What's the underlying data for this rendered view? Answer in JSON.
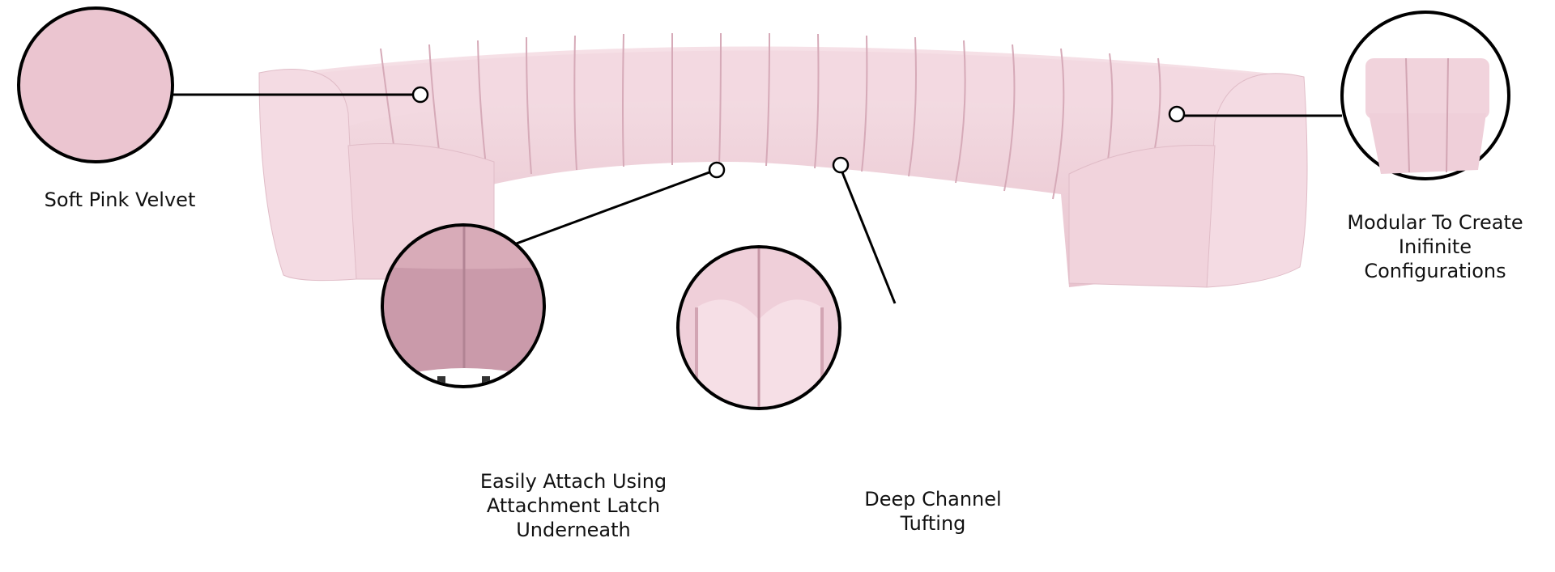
{
  "colors": {
    "velvet": "#f2d5de",
    "velvet_shadow": "#dcb4c0",
    "velvet_dark": "#c99aa8",
    "line": "#000000"
  },
  "callouts": [
    {
      "id": "soft-pink-velvet",
      "lines": [
        "Soft Pink Velvet"
      ]
    },
    {
      "id": "attachment-latch",
      "lines": [
        "Easily Attach Using",
        "Attachment Latch",
        "Underneath"
      ]
    },
    {
      "id": "deep-channel",
      "lines": [
        "Deep Channel",
        "Tufting"
      ]
    },
    {
      "id": "modular",
      "lines": [
        "Modular To Create",
        "Inifinite",
        "Configurations"
      ]
    }
  ]
}
